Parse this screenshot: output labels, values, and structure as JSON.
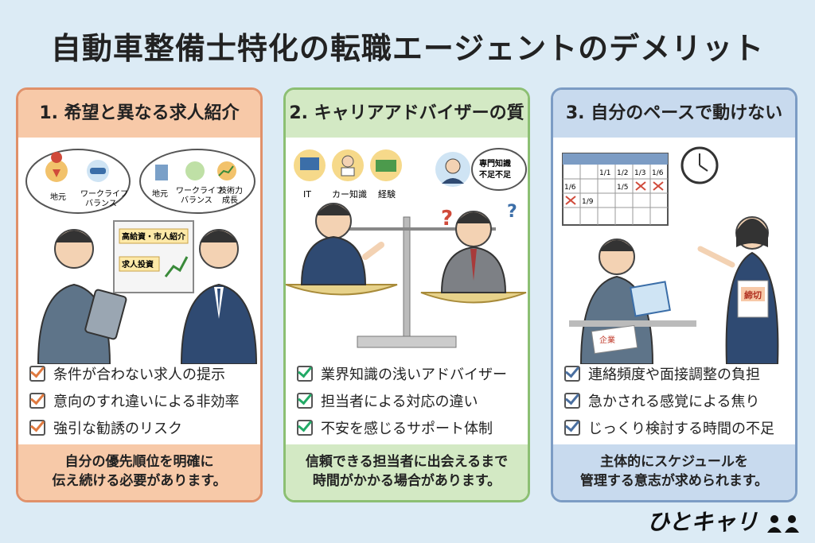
{
  "title": "自動車整備士特化の転職エージェントのデメリット",
  "panels": [
    {
      "heading": "1. 希望と異なる求人紹介",
      "bubble_left": [
        "地元",
        "ワークライフ",
        "バランス"
      ],
      "bubble_right": [
        "地元",
        "ワークライフ",
        "バランス",
        "技術力",
        "成長"
      ],
      "board_lines": [
        "高給資・市人紹介",
        "求人投資"
      ],
      "checks": [
        "条件が合わない求人の提示",
        "意向のすれ違いによる非効率",
        "強引な勧誘のリスク"
      ],
      "footer": [
        "自分の優先順位を明確に",
        "伝え続ける必要があります。"
      ]
    },
    {
      "heading": "2. キャリアアドバイザーの質",
      "icons": [
        "IT",
        "カー知識",
        "経験"
      ],
      "bubble": [
        "専門知識",
        "不足不足"
      ],
      "checks": [
        "業界知識の浅いアドバイザー",
        "担当者による対応の違い",
        "不安を感じるサポート体制"
      ],
      "footer": [
        "信頼できる担当者に出会えるまで",
        "時間がかかる場合があります。"
      ]
    },
    {
      "heading": "3. 自分のペースで動けない",
      "calendar": [
        "1/1",
        "1/2",
        "1/3",
        "1/6",
        "1/6",
        "1/5",
        "1/9"
      ],
      "doc_label": "締切",
      "paper_label": "企業",
      "checks": [
        "連絡頻度や面接調整の負担",
        "急かされる感覚による焦り",
        "じっくり検討する時間の不足"
      ],
      "footer": [
        "主体的にスケジュールを",
        "管理する意志が求められます。"
      ]
    }
  ],
  "logo": "ひとキャリ",
  "colors": {
    "background": "#dcebf5",
    "panel1": "#f7c9a8",
    "panel2": "#d3e9c4",
    "panel3": "#c8daee"
  }
}
